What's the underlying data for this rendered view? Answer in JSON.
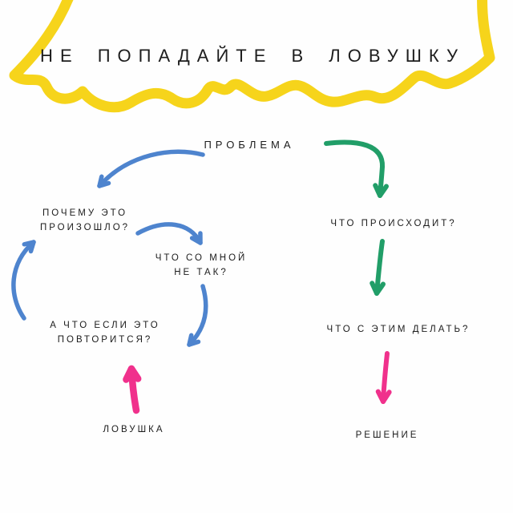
{
  "title": "НЕ ПОПАДАЙТЕ В ЛОВУШКУ",
  "diagram": {
    "root_label": "ПРОБЛЕМА",
    "trap_loop": {
      "why": {
        "line1": "ПОЧЕМУ ЭТО",
        "line2": "ПРОИЗОШЛО?"
      },
      "whats_wrong": {
        "line1": "ЧТО СО МНОЙ",
        "line2": "НЕ ТАК?"
      },
      "what_if": {
        "line1": "А ЧТО ЕСЛИ ЭТО",
        "line2": "ПОВТОРИТСЯ?"
      },
      "outcome_label": "ЛОВУШКА"
    },
    "solution_path": {
      "whats_happening": "ЧТО ПРОИСХОДИТ?",
      "what_to_do": "ЧТО С ЭТИМ ДЕЛАТЬ?",
      "outcome_label": "РЕШЕНИЕ"
    }
  },
  "colors": {
    "banner": "#F6D41B",
    "loop_arrow": "#4E84CE",
    "solution_arrow": "#219E68",
    "accent_arrow": "#F0318C",
    "text": "#1c1c1c"
  }
}
